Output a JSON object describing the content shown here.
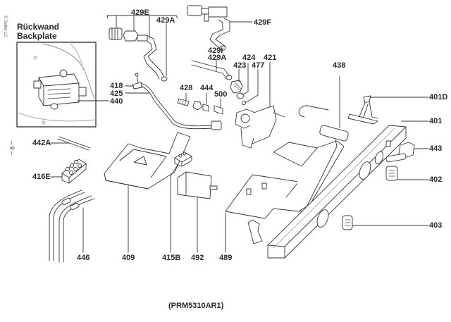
{
  "diagram": {
    "type": "exploded-parts-view",
    "caption": "(PRM5310AR1)",
    "copyright": "© Dollet LC",
    "page_number": "– 9 –",
    "inset": {
      "title_de": "Rückwand",
      "title_en": "Backplate"
    },
    "labels": {
      "l429E": "429E",
      "l429A_top": "429A",
      "l429F": "429F",
      "l429I": "429I",
      "l429A_mid": "429A",
      "l424": "424",
      "l421": "421",
      "l423": "423",
      "l477": "477",
      "l438": "438",
      "l401D": "401D",
      "l401": "401",
      "l443": "443",
      "l402": "402",
      "l403": "403",
      "l418": "418",
      "l425": "425",
      "l440": "440",
      "l428": "428",
      "l444": "444",
      "l500": "500",
      "l442A": "442A",
      "l416E": "416E",
      "l446": "446",
      "l409": "409",
      "l415B": "415B",
      "l492": "492",
      "l489": "489"
    }
  }
}
